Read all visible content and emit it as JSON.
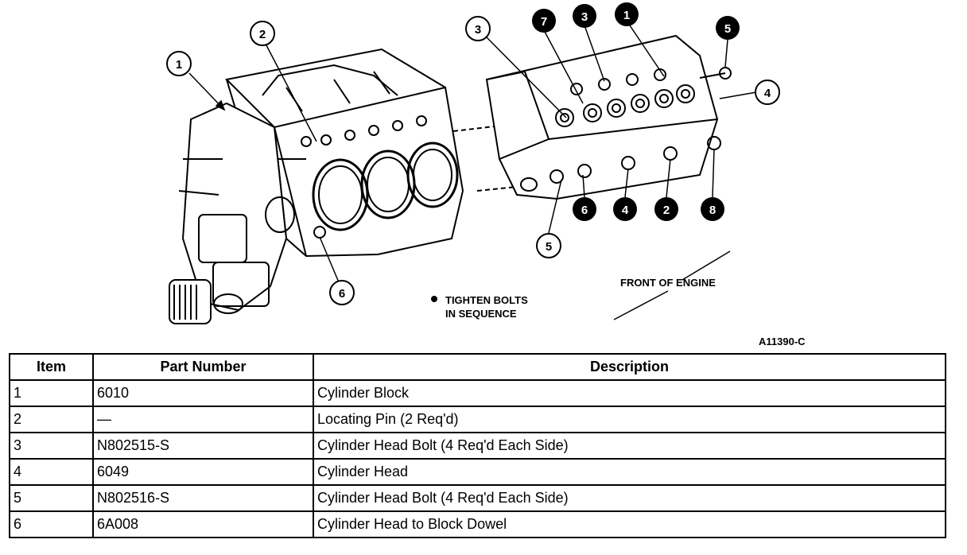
{
  "figure": {
    "callouts": [
      {
        "label": "1",
        "style": "open"
      },
      {
        "label": "2",
        "style": "open"
      },
      {
        "label": "3",
        "style": "open"
      },
      {
        "label": "4",
        "style": "open"
      },
      {
        "label": "5",
        "style": "open"
      },
      {
        "label": "6",
        "style": "open"
      },
      {
        "label": "7",
        "style": "filled"
      },
      {
        "label": "3",
        "style": "filled"
      },
      {
        "label": "1",
        "style": "filled"
      },
      {
        "label": "5",
        "style": "filled"
      },
      {
        "label": "6",
        "style": "filled"
      },
      {
        "label": "4",
        "style": "filled"
      },
      {
        "label": "2",
        "style": "filled"
      },
      {
        "label": "8",
        "style": "filled"
      }
    ],
    "note_line1": "TIGHTEN BOLTS",
    "note_line2": "IN SEQUENCE",
    "front_label": "FRONT OF ENGINE",
    "figure_id": "A11390-C"
  },
  "table": {
    "headers": [
      "Item",
      "Part Number",
      "Description"
    ],
    "rows": [
      [
        "1",
        "6010",
        "Cylinder Block"
      ],
      [
        "2",
        "—",
        "Locating Pin (2 Req'd)"
      ],
      [
        "3",
        "N802515-S",
        "Cylinder Head Bolt (4 Req'd Each Side)"
      ],
      [
        "4",
        "6049",
        "Cylinder Head"
      ],
      [
        "5",
        "N802516-S",
        "Cylinder Head Bolt (4 Req'd Each Side)"
      ],
      [
        "6",
        "6A008",
        "Cylinder Head to Block Dowel"
      ]
    ]
  },
  "colors": {
    "ink": "#000000",
    "paper": "#ffffff"
  }
}
